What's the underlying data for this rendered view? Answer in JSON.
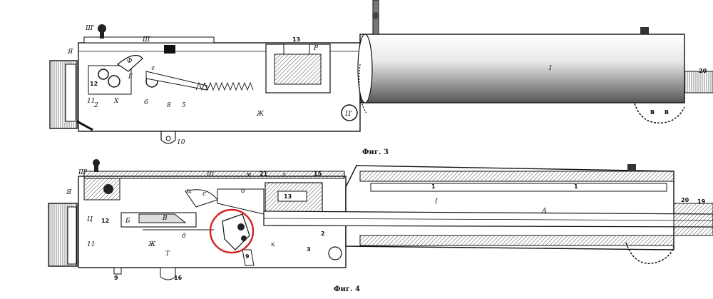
{
  "figures": [
    {
      "id": "fig3",
      "caption": "Фиг. 3",
      "labels": [
        "Ш'",
        "Ш",
        "Я",
        "13",
        "Р",
        "Ф",
        "12",
        "Г",
        "г",
        "11",
        "Х",
        "8",
        "5",
        "Ж",
        "10",
        "I",
        "20",
        "В",
        "В",
        "Ц'",
        "6",
        "2"
      ]
    },
    {
      "id": "fig4",
      "caption": "Фиг. 4",
      "labels": [
        "Ш'",
        "Я",
        "Ш",
        "м",
        "21",
        "л",
        "15",
        "ц",
        "о",
        "с",
        "13",
        "Б",
        "12",
        "В",
        "Ц",
        "д",
        "Ж",
        "Т",
        "к",
        "3",
        "А",
        "I",
        "19",
        "20",
        "1",
        "1",
        "16",
        "9",
        "9",
        "11",
        "2"
      ]
    }
  ],
  "highlight": {
    "stroke_color": "#d42020"
  }
}
